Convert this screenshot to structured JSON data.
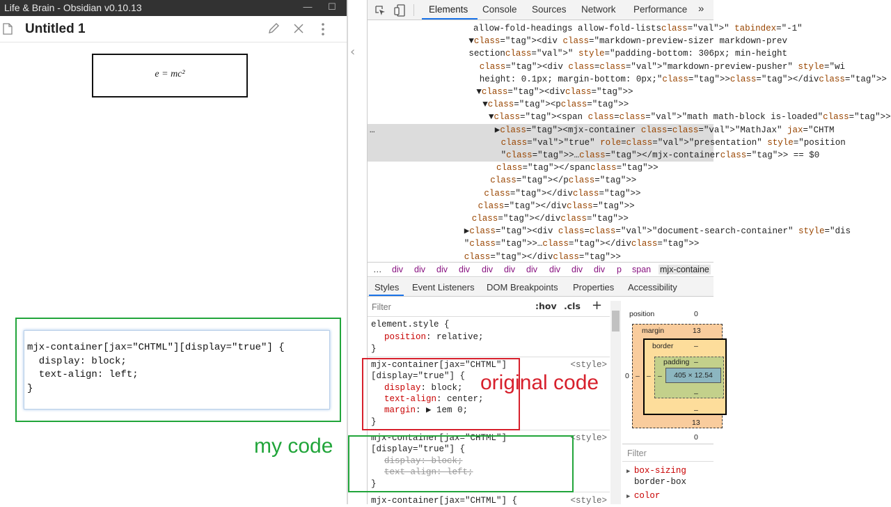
{
  "window": {
    "title": "Life & Brain - Obsidian v0.10.13",
    "min": "—",
    "max": "☐",
    "close": "✕"
  },
  "note": {
    "title": "Untitled 1",
    "edit_icon": "pencil-icon",
    "close_icon": "close-icon",
    "more_icon": "more-vertical-icon",
    "doc_icon": "document-icon",
    "math": "e = mc²"
  },
  "my_code": {
    "lines": [
      "mjx-container[jax=\"CHTML\"][display=\"true\"] {",
      "  display: block;",
      "  text-align: left;",
      "}"
    ],
    "label": "my code"
  },
  "original_label": "original code",
  "devtools": {
    "tabs": [
      "Elements",
      "Console",
      "Sources",
      "Network",
      "Performance",
      "»"
    ],
    "active_tab": "Elements",
    "elements_lines": [
      {
        "i": 20,
        "html": "allow-fold-headings allow-fold-lists\" tabindex=\"-1\""
      },
      {
        "i": 14,
        "html": "▼<div class=\"markdown-preview-sizer markdown-prev"
      },
      {
        "i": 14,
        "html": "section\" style=\"padding-bottom: 306px; min-height"
      },
      {
        "i": 28,
        "html": "<div class=\"markdown-preview-pusher\" style=\"wi"
      },
      {
        "i": 28,
        "html": "height: 0.1px; margin-bottom: 0px;\"></div>"
      },
      {
        "i": 24,
        "html": "▼<div>"
      },
      {
        "i": 32,
        "html": "▼<p>"
      },
      {
        "i": 40,
        "html": "▼<span class=\"math math-block is-loaded\">"
      },
      {
        "i": 48,
        "html": "▶<mjx-container class=\"MathJax\" jax=\"CHTM"
      },
      {
        "i": 56,
        "html": "\"true\" role=\"presentation\" style=\"position"
      },
      {
        "i": 56,
        "html": "\">…</mjx-container> == $0"
      },
      {
        "i": 50,
        "html": "</span>"
      },
      {
        "i": 42,
        "html": "</p>"
      },
      {
        "i": 34,
        "html": "</div>"
      },
      {
        "i": 26,
        "html": "</div>"
      },
      {
        "i": 18,
        "html": "</div>"
      },
      {
        "i": 8,
        "html": "▶<div class=\"document-search-container\" style=\"dis"
      },
      {
        "i": 8,
        "html": "\">…</div>"
      },
      {
        "i": 8,
        "html": "</div>"
      }
    ],
    "breadcrumb": [
      "…",
      "div",
      "div",
      "div",
      "div",
      "div",
      "div",
      "div",
      "div",
      "div",
      "div",
      "p",
      "span",
      "mjx-containe"
    ],
    "sub_tabs": [
      "Styles",
      "Event Listeners",
      "DOM Breakpoints",
      "Properties",
      "Accessibility"
    ],
    "filter_placeholder": "Filter",
    "hov": ":hov",
    "cls": ".cls",
    "plus": "+",
    "rules": [
      {
        "selector": "element.style {",
        "source": "",
        "props": [
          {
            "p": "position",
            "v": "relative;",
            "strike": false
          }
        ],
        "close": "}"
      },
      {
        "selector": "mjx-container[jax=\"CHTML\"]",
        "selector2": "[display=\"true\"] {",
        "source": "<style>",
        "props": [
          {
            "p": "display",
            "v": "block;",
            "strike": false
          },
          {
            "p": "text-align",
            "v": "center;",
            "strike": false
          },
          {
            "p": "margin",
            "v": "▶ 1em 0;",
            "strike": false
          }
        ],
        "close": "}"
      },
      {
        "selector": "mjx-container[jax=\"CHTML\"]",
        "selector2": "[display=\"true\"] {",
        "source": "<style>",
        "props": [
          {
            "p": "display",
            "v": "block;",
            "strike": true
          },
          {
            "p": "text-align",
            "v": "left;",
            "strike": true
          }
        ],
        "close": "}"
      },
      {
        "selector": "mjx-container[jax=\"CHTML\"] {",
        "source": "<style>",
        "props": [],
        "close": ""
      }
    ],
    "boxmodel": {
      "position_label": "position",
      "position_val": "0",
      "margin_label": "margin",
      "margin_val": "13",
      "border_label": "border",
      "border_val": "–",
      "padding_label": "padding",
      "padding_val": "–",
      "content": "405 × 12.54",
      "side_zero": "0",
      "bottom_margin": "13",
      "bottom_pos": "0",
      "dash": "–"
    },
    "computed_filter": "Filter",
    "computed": [
      {
        "p": "box-sizing",
        "v": "border-box"
      },
      {
        "p": "color",
        "v": ""
      }
    ]
  },
  "colors": {
    "green": "#21a53a",
    "red": "#d7202c"
  }
}
